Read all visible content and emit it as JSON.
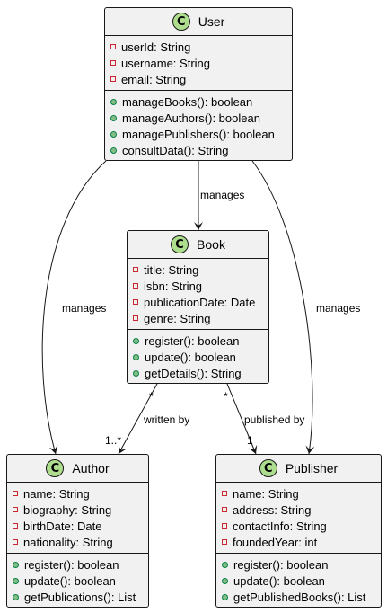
{
  "classes": {
    "user": {
      "icon": "C",
      "name": "User",
      "fields": [
        "userId: String",
        "username: String",
        "email: String"
      ],
      "methods": [
        "manageBooks(): boolean",
        "manageAuthors(): boolean",
        "managePublishers(): boolean",
        "consultData(): String"
      ]
    },
    "book": {
      "icon": "C",
      "name": "Book",
      "fields": [
        "title: String",
        "isbn: String",
        "publicationDate: Date",
        "genre: String"
      ],
      "methods": [
        "register(): boolean",
        "update(): boolean",
        "getDetails(): String"
      ]
    },
    "author": {
      "icon": "C",
      "name": "Author",
      "fields": [
        "name: String",
        "biography: String",
        "birthDate: Date",
        "nationality: String"
      ],
      "methods": [
        "register(): boolean",
        "update(): boolean",
        "getPublications(): List"
      ]
    },
    "publisher": {
      "icon": "C",
      "name": "Publisher",
      "fields": [
        "name: String",
        "address: String",
        "contactInfo: String",
        "foundedYear: int"
      ],
      "methods": [
        "register(): boolean",
        "update(): boolean",
        "getPublishedBooks(): List"
      ]
    }
  },
  "relations": {
    "user_book": {
      "label": "manages"
    },
    "user_author": {
      "label": "manages"
    },
    "user_publisher": {
      "label": "manages"
    },
    "book_author": {
      "label": "written by",
      "source_multiplicity": "*",
      "target_multiplicity": "1..*"
    },
    "book_publisher": {
      "label": "published by",
      "source_multiplicity": "*",
      "target_multiplicity": "1"
    }
  },
  "colors": {
    "box_fill": "#f1f1f1",
    "border": "#181818",
    "class_icon": "#addd8d",
    "private_marker": "#c82930",
    "public_marker": "#84be84"
  }
}
